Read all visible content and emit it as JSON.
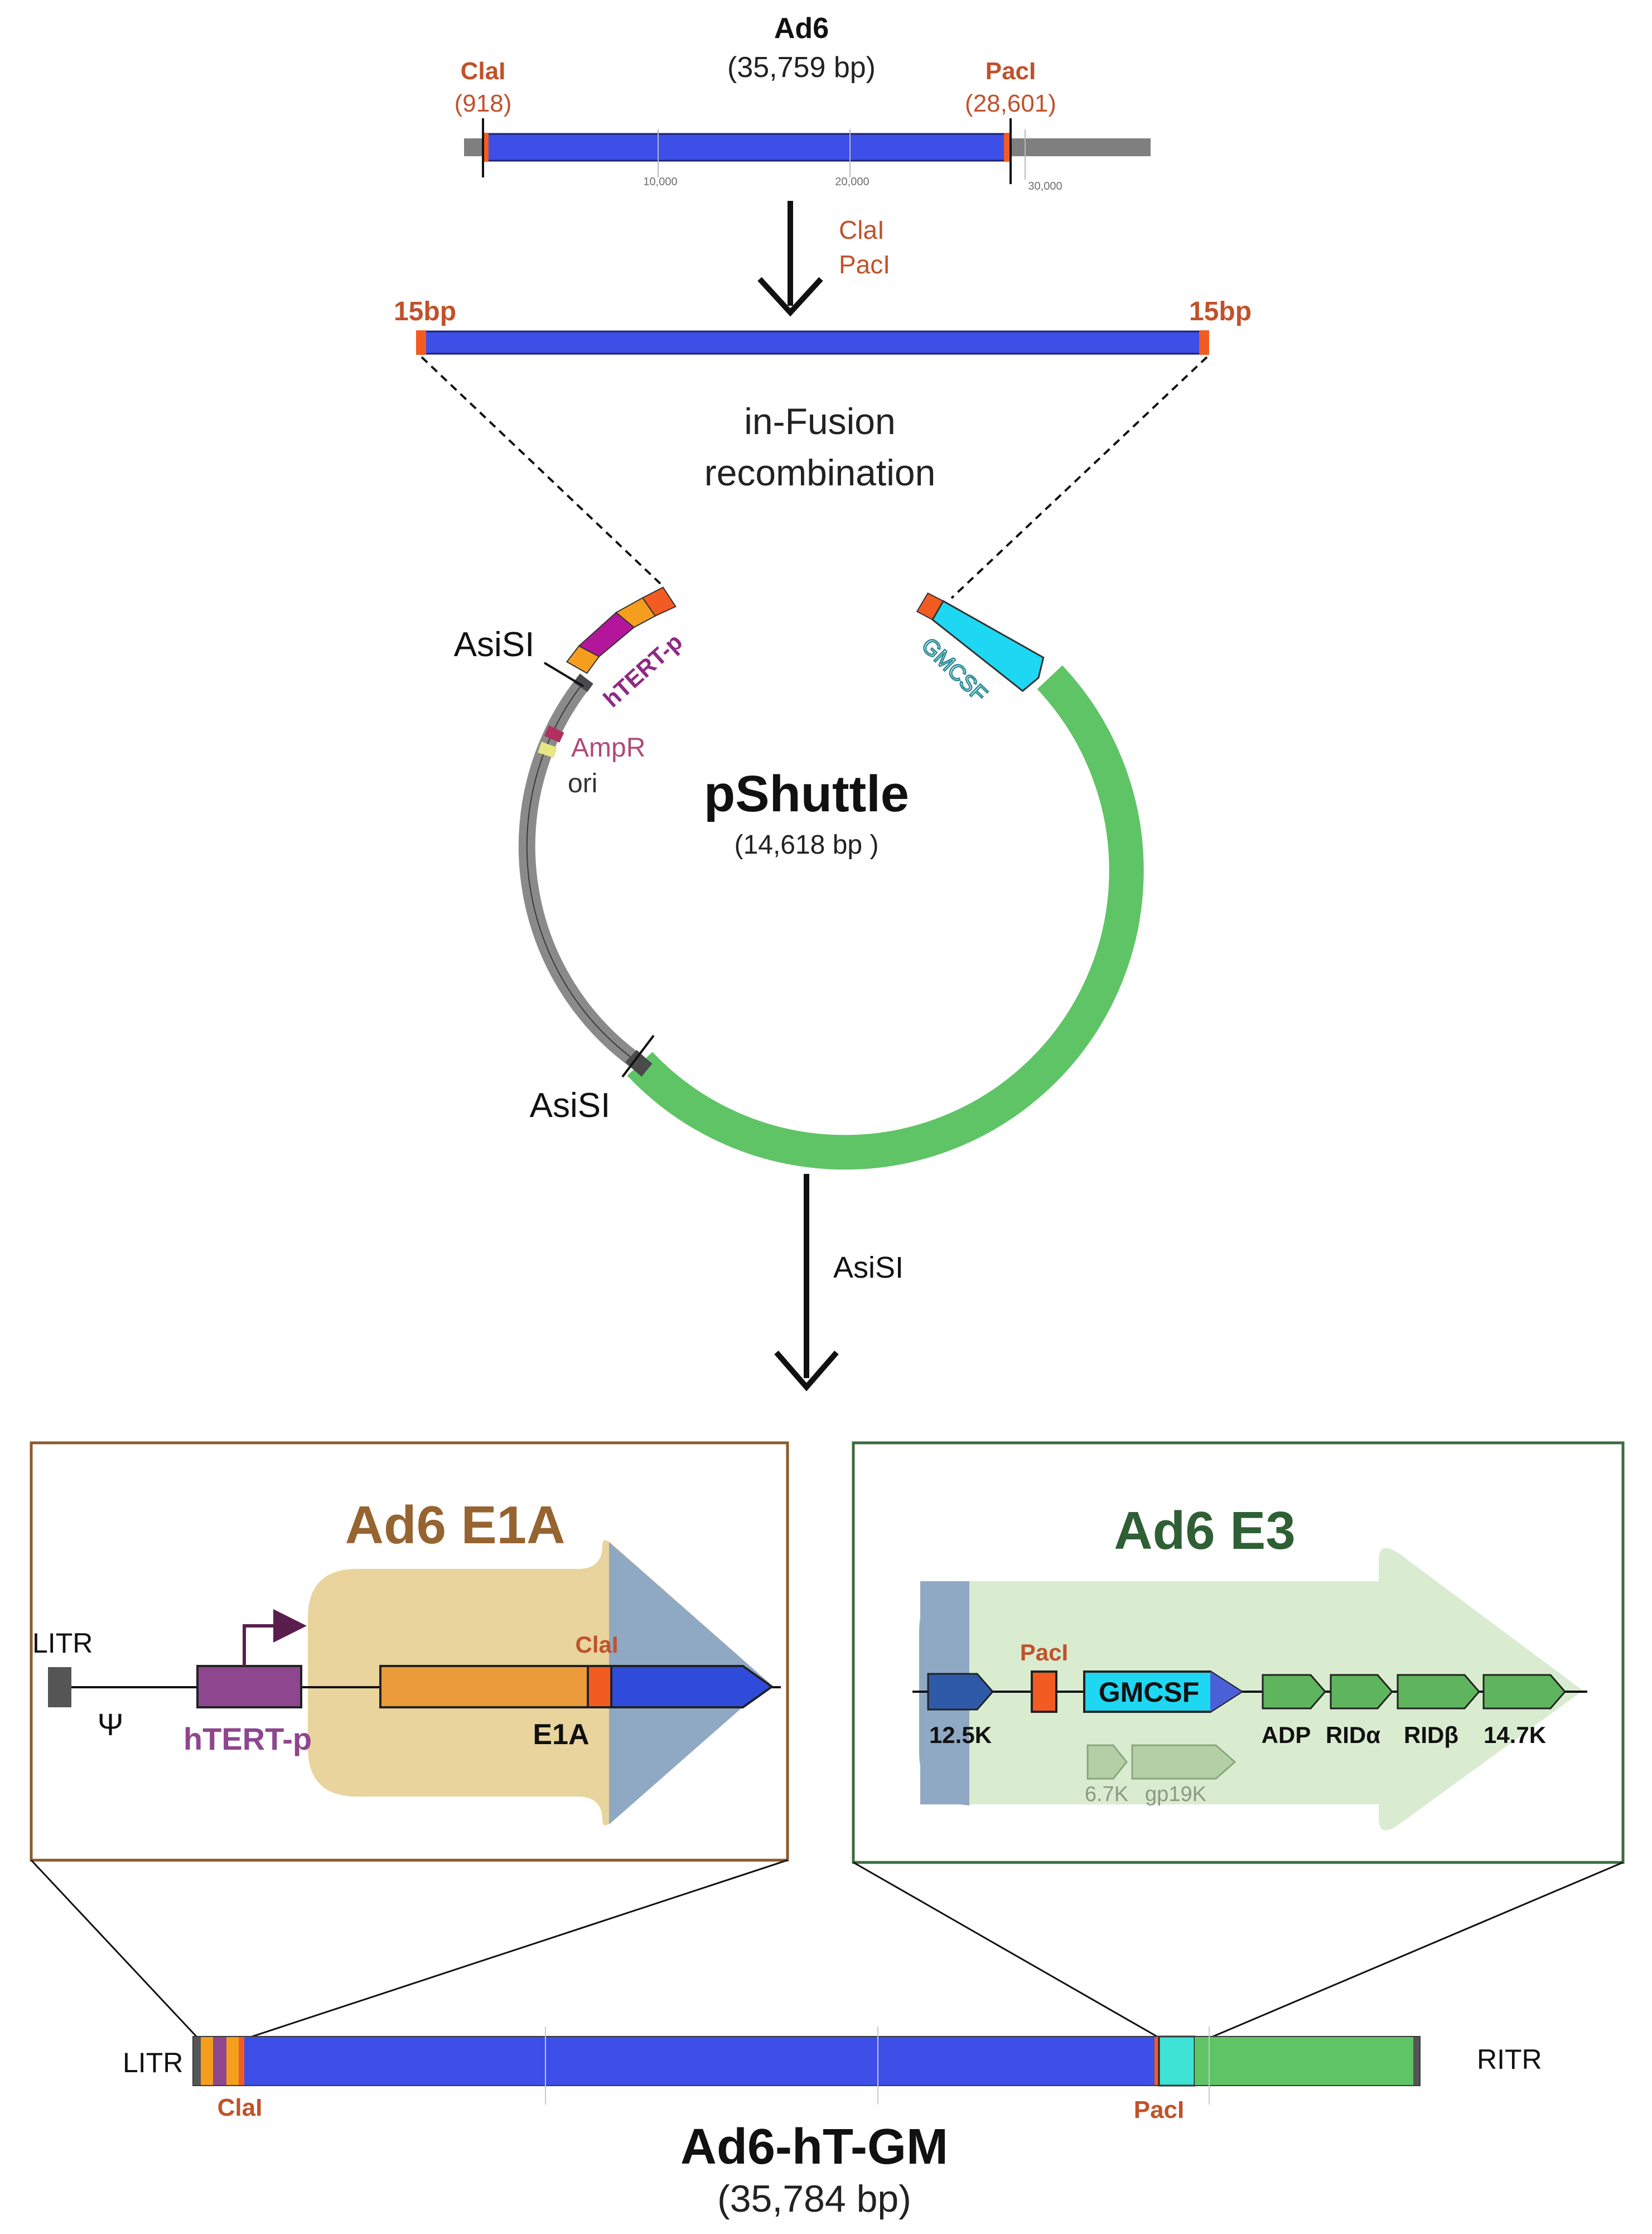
{
  "colors": {
    "ad_blue": "#3d4fe6",
    "site_orange": "#f25c22",
    "grey_bar": "#7f7f7f",
    "ruler_tick": "#b9b9c5",
    "enzyme_text": "#c0522b",
    "htert_purple": "#8e468e",
    "htert_magenta": "#b3169b",
    "e1a_orange": "#eb9b3a",
    "e1a_bg": "#e8d49c",
    "e1a_frame": "#8c5a2b",
    "e1a_title": "#966430",
    "e3_green": "#5fc466",
    "e3_frame": "#3d6b3f",
    "e3_title": "#2f5f35",
    "gmcsf_cyan": "#1ed7f2",
    "litr_grey": "#555555",
    "cyan_bottom": "#3fe3d6"
  },
  "top_genome": {
    "title": "Ad6",
    "size_label": "(35,759 bp)",
    "left_site": {
      "name": "ClaI",
      "position": "(918)"
    },
    "right_site": {
      "name": "PacI",
      "position": "(28,601)"
    },
    "ruler_ticks": [
      "10,000",
      "20,000",
      "30,000"
    ]
  },
  "digest_step": {
    "enzyme_1": "ClaI",
    "enzyme_2": "PacI"
  },
  "fragment": {
    "left_overlap": "15bp",
    "right_overlap": "15bp"
  },
  "recombination": {
    "line_1": "in-Fusion",
    "line_2": "recombination"
  },
  "plasmid": {
    "name": "pShuttle",
    "size_label": "(14,618 bp )",
    "labels": {
      "asisi_top": "AsiSI",
      "asisi_bottom": "AsiSI",
      "htert": "hTERT-p",
      "gmcsf": "GMCSF",
      "ampr": "AmpR",
      "ori": "ori"
    }
  },
  "linearize_step": {
    "enzyme": "AsiSI"
  },
  "e1a_panel": {
    "title": "Ad6 E1A",
    "litr": "LITR",
    "psi": "Ψ",
    "promoter": "hTERT-p",
    "site": "ClaI",
    "gene": "E1A"
  },
  "e3_panel": {
    "title": "Ad6 E3",
    "site": "PacI",
    "insert": "GMCSF",
    "gene_12_5k": "12.5K",
    "gene_adp": "ADP",
    "gene_rida": "RIDα",
    "gene_ridb": "RIDβ",
    "gene_14_7k": "14.7K",
    "gene_6_7k": "6.7K",
    "gene_gp19k": "gp19K"
  },
  "final_genome": {
    "name": "Ad6-hT-GM",
    "size_label": "(35,784 bp)",
    "litr": "LITR",
    "ritr": "RITR",
    "site_left": "ClaI",
    "site_right": "PacI"
  }
}
